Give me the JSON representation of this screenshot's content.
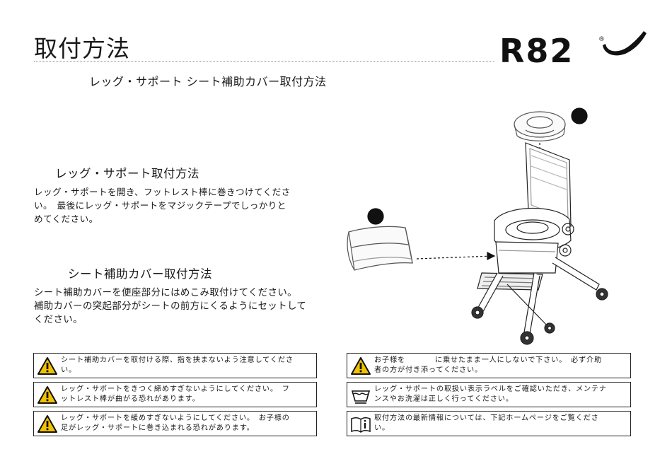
{
  "header": {
    "title": "取付方法",
    "logo_text": "R82",
    "registered_mark": "®"
  },
  "subtitle": "レッグ・サポート シート補助カバー取付方法",
  "sections": [
    {
      "heading": "レッグ・サポート取付方法",
      "lines": [
        "レッグ・サポートを開き、フットレスト棒に巻きつけてくださ",
        "い。　最後にレッグ・サポートをマジックテープでしっかりと",
        "めてください。"
      ]
    },
    {
      "heading": "シート補助カバー取付方法",
      "lines": [
        "シート補助カバーを便座部分にはめこみ取付けてください。",
        "補助カバーの突起部分がシートの前方にくるようにセットして",
        "ください。"
      ]
    }
  ],
  "notices": [
    {
      "icon": "warning-icon",
      "lines": [
        "シート補助カバーを取付ける際、指を挟まないよう注意してくださ",
        "い。"
      ]
    },
    {
      "icon": "warning-icon",
      "lines": [
        "レッグ・サポートをきつく締めすぎないようにしてください。　フ",
        "ットレスト棒が曲がる恐れがあります。"
      ]
    },
    {
      "icon": "warning-icon",
      "lines": [
        "レッグ・サポートを緩めすぎないようにしてください。　お子様の",
        "足がレッグ・サポートに巻き込まれる恐れがあります。"
      ]
    },
    {
      "icon": "warning-icon",
      "line1_part1": "お子様を",
      "line1_part2": "に乗せたまま一人にしないで下さい。　必ず介助",
      "line2": "者の方が付き添ってください。"
    },
    {
      "icon": "wash-care-icon",
      "lines": [
        "レッグ・サポートの取扱い表示ラベルをご確認いただき、メンテナ",
        "ンスやお洗濯は正しく行ってください。"
      ]
    },
    {
      "icon": "info-book-icon",
      "lines": [
        "取付方法の最新情報については、下記ホームページをご覧くださ",
        "い。"
      ]
    }
  ],
  "colors": {
    "warning_fill": "#f2c200",
    "ink": "#1a1a1a",
    "rule": "#8a8a8a"
  }
}
